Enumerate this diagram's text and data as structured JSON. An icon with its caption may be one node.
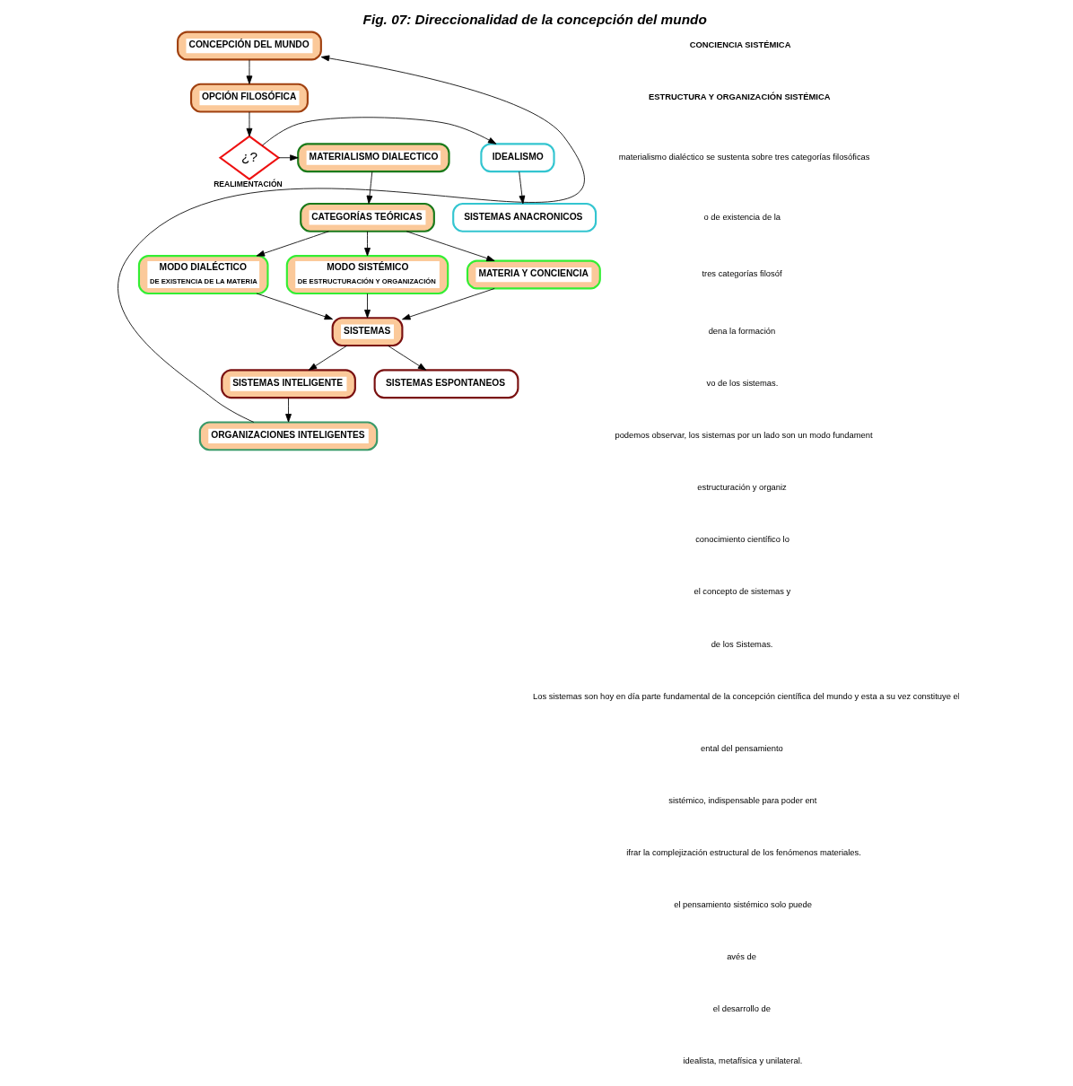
{
  "diagram": {
    "caption": "Fig. 07: Direccionalidad de la concepción del mundo",
    "nodes": [
      {
        "text": [
          "CONCEPCIÓN DEL MUNDO"
        ]
      },
      {
        "text": [
          "OPCIÓN FILOSÓFICA"
        ]
      },
      {
        "text": [
          "¿?"
        ]
      },
      {
        "text": [
          "IDEALISMO"
        ]
      },
      {
        "text": [
          "MATERIALISMO DIALECTICO"
        ]
      },
      {
        "text": [
          "SISTEMAS ANACRONICOS"
        ]
      },
      {
        "text": [
          "CATEGORÍAS TEÓRICAS"
        ]
      },
      {
        "text": [
          "MATERIA Y CONCIENCIA"
        ]
      },
      {
        "text": [
          "MODO DIALÉCTICO",
          "DE EXISTENCIA DE LA MATERIA"
        ]
      },
      {
        "text": [
          "MODO SISTÉMICO",
          "DE ESTRUCTURACIÓN Y ORGANIZACIÓN"
        ]
      },
      {
        "text": [
          "SISTEMAS"
        ]
      },
      {
        "text": [
          "SISTEMAS ESPONTANEOS"
        ]
      },
      {
        "text": [
          "SISTEMAS INTELIGENTE"
        ]
      },
      {
        "text": [
          "ORGANIZACIONES INTELIGENTES"
        ]
      }
    ],
    "edges": [
      {
        "from": 0,
        "to": 1,
        "arrow": "to"
      },
      {
        "from": 1,
        "to": 2,
        "arrow": "to"
      },
      {
        "from": 2,
        "to": 3,
        "arrow": "to"
      },
      {
        "from": 2,
        "to": 4,
        "arrow": "to"
      },
      {
        "from": 3,
        "to": 5,
        "arrow": "to"
      },
      {
        "from": 4,
        "to": 6,
        "arrow": "to"
      },
      {
        "from": 6,
        "to": 7,
        "arrow": "to"
      },
      {
        "from": 6,
        "to": 8,
        "arrow": "to"
      },
      {
        "from": 6,
        "to": 9,
        "arrow": "to"
      },
      {
        "from": 7,
        "to": 10,
        "arrow": "to"
      },
      {
        "from": 8,
        "to": 10,
        "arrow": "to"
      },
      {
        "from": 9,
        "to": 10,
        "arrow": "to"
      },
      {
        "from": 10,
        "to": 11,
        "arrow": "to"
      },
      {
        "from": 10,
        "to": 12,
        "arrow": "to"
      },
      {
        "from": 12,
        "to": 13,
        "arrow": "to"
      },
      {
        "from": 13,
        "to": 0,
        "arrow": "to",
        "label": "REALIMENTACIÓN"
      }
    ],
    "labels": [
      "CONCIENCIA SISTÉMICA",
      "ESTRUCTURA Y ORGANIZACIÓN SISTÉMICA",
      "materialismo dialéctico se sustenta sobre tres categorías filosóficas",
      "o de existencia de la",
      "tres categorías filosóf",
      "dena la formación",
      "vo de los sistemas.",
      "podemos observar, los sistemas por un lado son un modo fundament",
      "estructuración y organiz",
      "conocimiento científico lo",
      "el concepto de sistemas y",
      "de los Sistemas.",
      "Los sistemas son hoy en día parte fundamental de la concepción científica del mundo y esta a su vez constituye el",
      "ental del pensamiento",
      "sistémico, indispensable para poder ent",
      "ifrar la complejización estructural de los fenómenos materiales.",
      "el pensamiento sistémico solo puede",
      "avés de",
      "el desarrollo de",
      "idealista, metafísica y unilateral."
    ]
  }
}
